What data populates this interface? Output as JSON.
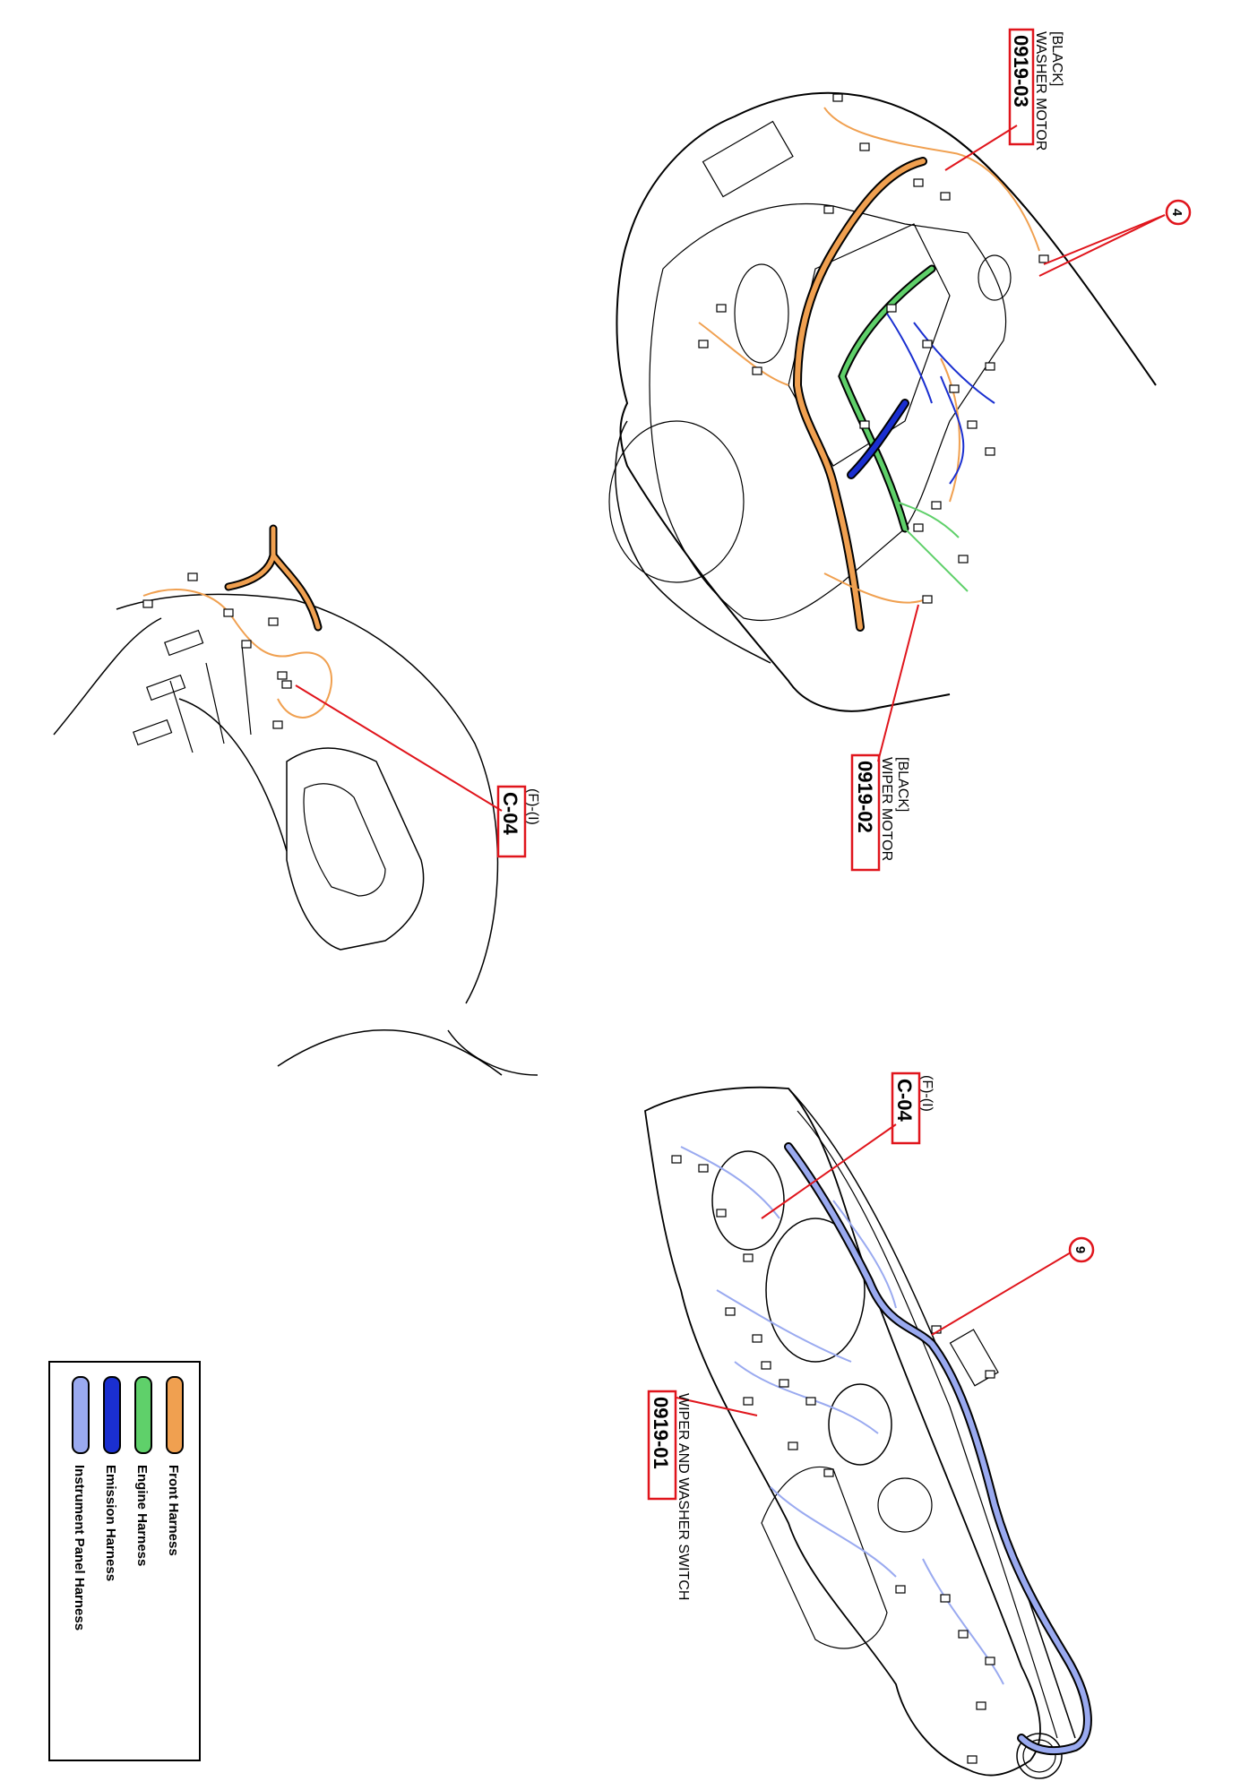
{
  "colors": {
    "front_harness": "#f0a050",
    "engine_harness": "#5fd06a",
    "emission_harness": "#1a2fd0",
    "instrument_panel_harness": "#9aaaf0",
    "callout_red": "#e0151c",
    "outline": "#000000"
  },
  "engine_bay": {
    "label_top": {
      "color_tag": "[BLACK]",
      "name": "WASHER MOTOR",
      "code": "0919-03"
    },
    "label_bottom": {
      "code": "0919-02",
      "name": "WIPER MOTOR",
      "color_tag": "[BLACK]"
    },
    "callout_number": "4"
  },
  "column": {
    "prefix": "(F)-(I)",
    "code": "C-04"
  },
  "dashboard": {
    "connector_prefix": "(F)-(I)",
    "connector_code": "C-04",
    "callout_number": "9",
    "switch_code": "0919-01",
    "switch_name": "WIPER AND WASHER SWITCH"
  },
  "legend": [
    {
      "label": "Front Harness",
      "color": "#f0a050"
    },
    {
      "label": "Engine Harness",
      "color": "#5fd06a"
    },
    {
      "label": "Emission Harness",
      "color": "#1a2fd0"
    },
    {
      "label": "Instrument Panel Harness",
      "color": "#9aaaf0"
    }
  ]
}
